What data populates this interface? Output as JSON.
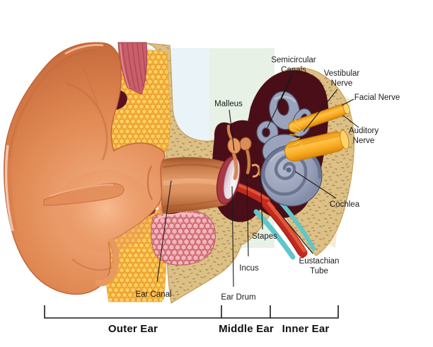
{
  "figure": {
    "type": "anatomical-diagram",
    "subject": "Cross-section of the human ear"
  },
  "labels": {
    "semicircular_canals": {
      "line1": "Semicircular",
      "line2": "Canals"
    },
    "vestibular_nerve": {
      "line1": "Vestibular",
      "line2": "Nerve"
    },
    "facial_nerve": {
      "text": "Facial Nerve"
    },
    "auditory_nerve": {
      "line1": "Auditory",
      "line2": "Nerve"
    },
    "malleus": {
      "text": "Malleus"
    },
    "cochlea": {
      "text": "Cochlea"
    },
    "stapes": {
      "text": "Stapes"
    },
    "incus": {
      "text": "Incus"
    },
    "ear_drum": {
      "text": "Ear Drum"
    },
    "eustachian_tube": {
      "line1": "Eustachian",
      "line2": "Tube"
    },
    "ear_canal": {
      "text": "Ear Canal"
    }
  },
  "sections": {
    "outer": "Outer Ear",
    "middle": "Middle Ear",
    "inner": "Inner Ear"
  },
  "colors": {
    "skin": "#E08A54",
    "skin_dark": "#C2663A",
    "fat_yellow": "#FFBE3E",
    "bone_tan": "#DCC085",
    "cavity_maroon": "#4A0E18",
    "patch_maroon": "#5A1220",
    "labyrinth_gray": "#9AA3BC",
    "labyrinth_outline": "#4E5570",
    "nerve_orange": "#F9A828",
    "nerve_cap": "#FFD26A",
    "eustachian_red": "#C22A20",
    "eustachian_teal": "#5FC6CA",
    "muscle_pink": "#C95F6A",
    "parotid_pink": "#E4868F",
    "eardrum_rim": "#A83844",
    "line_color": "#1A1A1A",
    "background": "#FFFFFF",
    "tint_blue": "#EAF3F7",
    "tint_green": "#E7F1E6",
    "tint_cream": "#F6EDD2"
  }
}
